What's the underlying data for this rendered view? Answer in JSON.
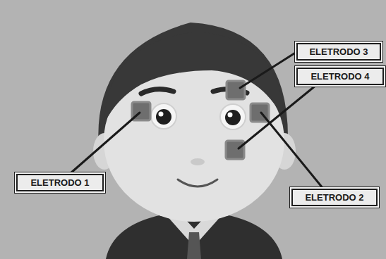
{
  "diagram": {
    "nodes": [
      {
        "text": [
          "ELETRODO 3"
        ]
      },
      {
        "text": [
          "ELETRODO 4"
        ]
      },
      {
        "text": [
          "ELETRODO 1"
        ]
      },
      {
        "text": [
          "ELETRODO 2"
        ]
      }
    ]
  }
}
